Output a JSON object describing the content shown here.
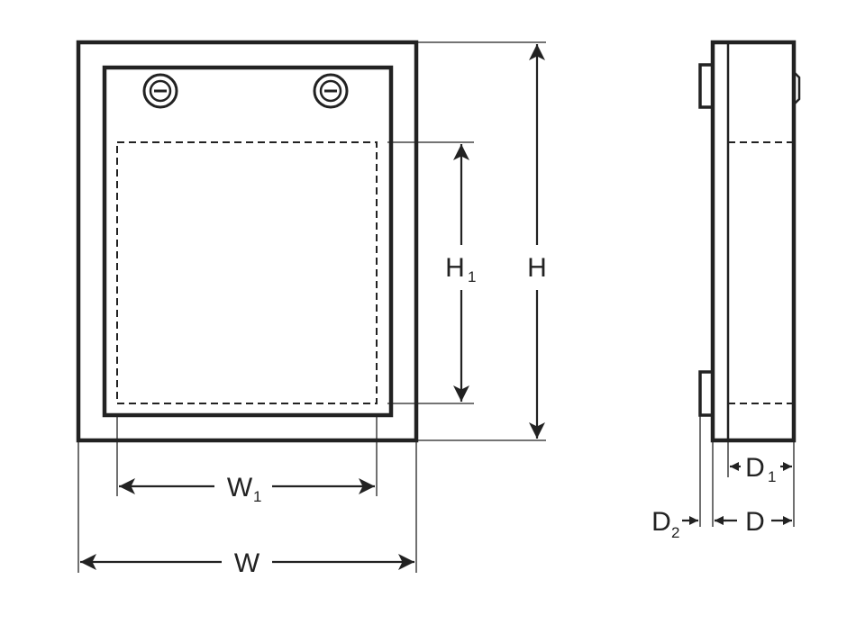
{
  "colors": {
    "line": "#222222",
    "background": "#ffffff"
  },
  "front_view": {
    "labels": {
      "width": "W",
      "inner_width": {
        "base": "W",
        "sub": "1"
      },
      "height": "H",
      "inner_height": {
        "base": "H",
        "sub": "1"
      }
    },
    "screws": [
      {
        "icon": "screw-icon"
      },
      {
        "icon": "screw-icon"
      }
    ]
  },
  "side_view": {
    "labels": {
      "depth": "D",
      "inner_depth": {
        "base": "D",
        "sub": "1"
      },
      "hinge_depth": {
        "base": "D",
        "sub": "2"
      }
    }
  }
}
